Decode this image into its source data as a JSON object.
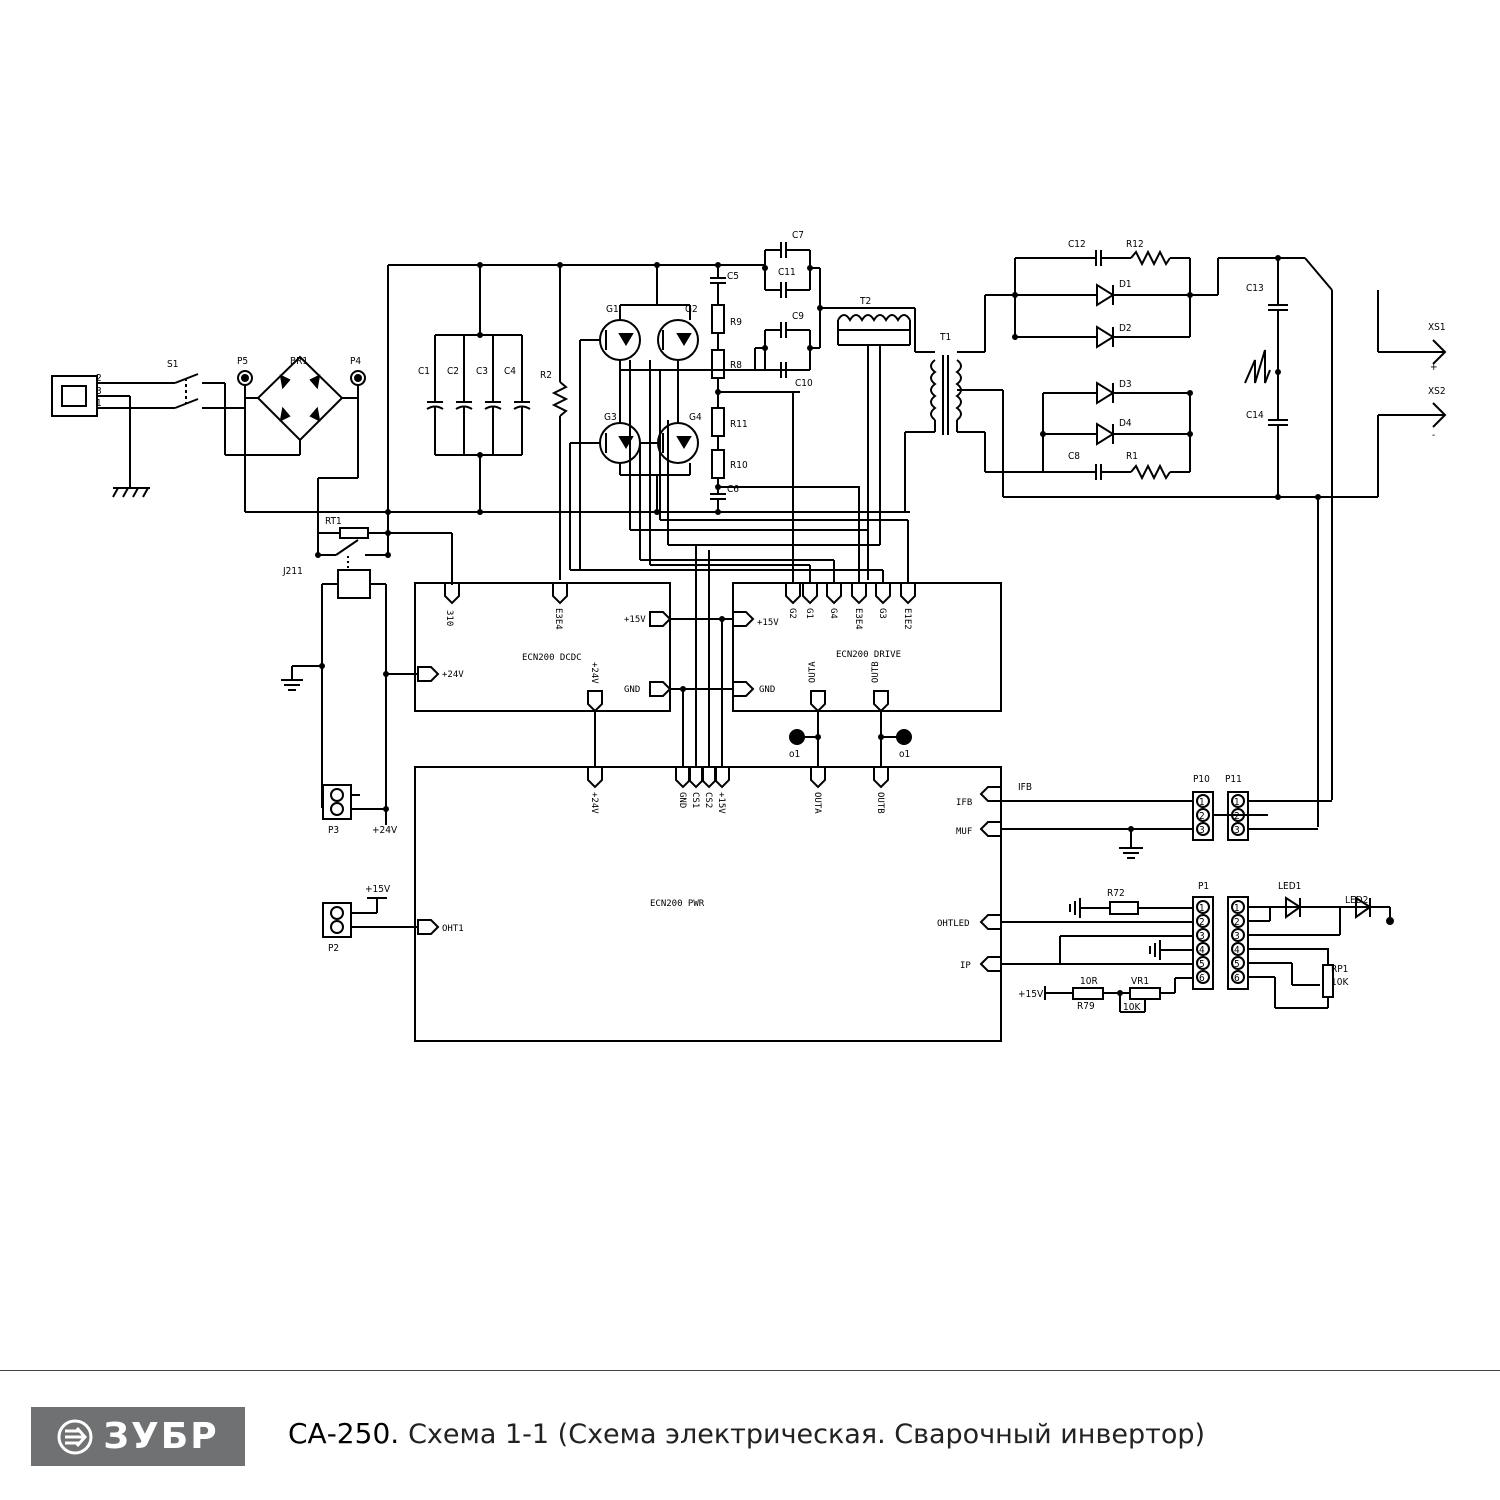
{
  "footer": {
    "brand": "ЗУБР",
    "model": "СА-250.",
    "description": "Схема 1-1 (Схема электрическая. Сварочный инвертор)",
    "brand_color": "#707172"
  },
  "components": {
    "s1": "S1",
    "p5": "P5",
    "br1": "BR1",
    "p4": "P4",
    "c1": "C1",
    "c2": "C2",
    "c3": "C3",
    "c4": "C4",
    "r2": "R2",
    "g1": "G1",
    "g2": "G2",
    "g3": "G3",
    "g4": "G4",
    "c5": "C5",
    "r9": "R9",
    "r8": "R8",
    "r11": "R11",
    "r10": "R10",
    "c6": "C6",
    "c7": "C7",
    "c11": "C11",
    "c9": "C9",
    "c10": "C10",
    "t2": "T2",
    "t1": "T1",
    "c12": "C12",
    "r12": "R12",
    "d1": "D1",
    "d2": "D2",
    "d3": "D3",
    "d4": "D4",
    "c8": "C8",
    "r1": "R1",
    "c13": "C13",
    "c14": "C14",
    "xs1": "XS1",
    "xs2": "XS2",
    "rt1": "RT1",
    "j211": "J211",
    "p3": "P3",
    "p2": "P2",
    "p10": "P10",
    "p11": "P11",
    "p1": "P1",
    "r72": "R72",
    "led1": "LED1",
    "led2": "LED2",
    "rp1": "RP1",
    "rp1_val": "10K",
    "r79": "R79",
    "r79_val": "10R",
    "vr1": "VR1",
    "vr1_val": "10K",
    "o1": "o1",
    "o2": "o1"
  },
  "blocks": {
    "dcdc": "ECN200 DCDC",
    "drive": "ECN200 DRIVE",
    "pwr": "ECN200 PWR"
  },
  "pins": {
    "dcdc_310": "310",
    "dcdc_e3e4": "E3E4",
    "dcdc_15v": "+15V",
    "dcdc_gnd": "GND",
    "dcdc_24v_in": "+24V",
    "dcdc_24v_out": "+24V",
    "drv_15v": "+15V",
    "drv_gnd": "GND",
    "drv_g2": "G2",
    "drv_g1": "G1",
    "drv_g4": "G4",
    "drv_e3e4": "E3E4",
    "drv_g3": "G3",
    "drv_e1e2": "E1E2",
    "drv_outa": "OUTA",
    "drv_outb": "OUTB",
    "pwr_24v": "+24V",
    "pwr_gnd": "GND",
    "pwr_cs1": "CS1",
    "pwr_cs2": "CS2",
    "pwr_15v": "+15V",
    "pwr_outa": "OUTA",
    "pwr_outb": "OUTB",
    "pwr_ifb": "IFB",
    "pwr_muf": "MUF",
    "pwr_ohtled": "OHTLED",
    "pwr_ip": "IP",
    "pwr_oht1": "OHT1"
  },
  "nets": {
    "ifb": "IFB",
    "p3_24v": "+24V",
    "p2_15v": "+15V",
    "p1_15v": "+15V",
    "pin_plus": "+",
    "pin_minus": "-"
  },
  "connector_pins": [
    "1",
    "2",
    "3",
    "4",
    "5",
    "6"
  ],
  "mains_pins": [
    "2",
    "3",
    "1"
  ]
}
